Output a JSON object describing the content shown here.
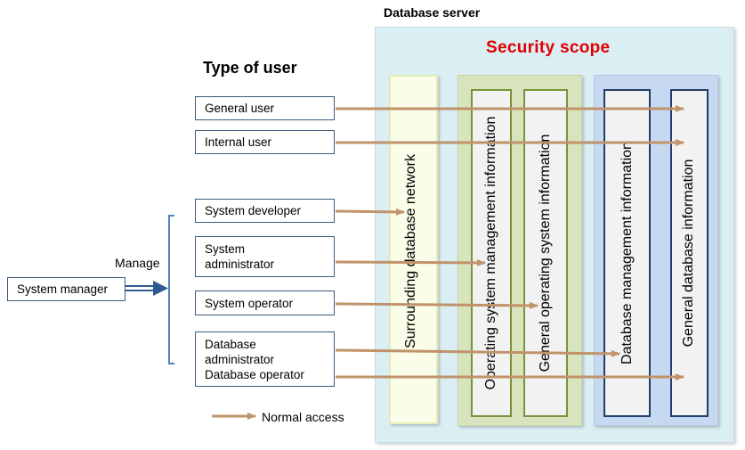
{
  "diagram": {
    "database_server_label": "Database server",
    "security_scope_label": "Security scope",
    "type_of_user_label": "Type of user",
    "manage_label": "Manage",
    "system_manager_label": "System manager",
    "legend_label": "Normal access",
    "columns": {
      "surrounding_network": "Surrounding database network",
      "os_management": "Operating system management information",
      "general_os": "General operating system information",
      "db_management": "Database management information",
      "general_db": "General database information"
    },
    "users": {
      "general_user": "General user",
      "internal_user": "Internal user",
      "system_developer": "System developer",
      "system_administrator_line1": "System",
      "system_administrator_line2": "administrator",
      "system_operator": "System operator",
      "database_administrator_line1": "Database",
      "database_administrator_line2": "administrator",
      "database_operator": "Database operator"
    },
    "colors": {
      "access_arrow": "#c0936b",
      "manage_arrow": "#2e5b8f",
      "security_scope_text": "#e00000",
      "db_server_fill": "#daeef3",
      "os_panel_fill": "#d7e4bd",
      "db_panel_fill": "#c6d9f1",
      "network_fill": "#fafde7"
    }
  }
}
